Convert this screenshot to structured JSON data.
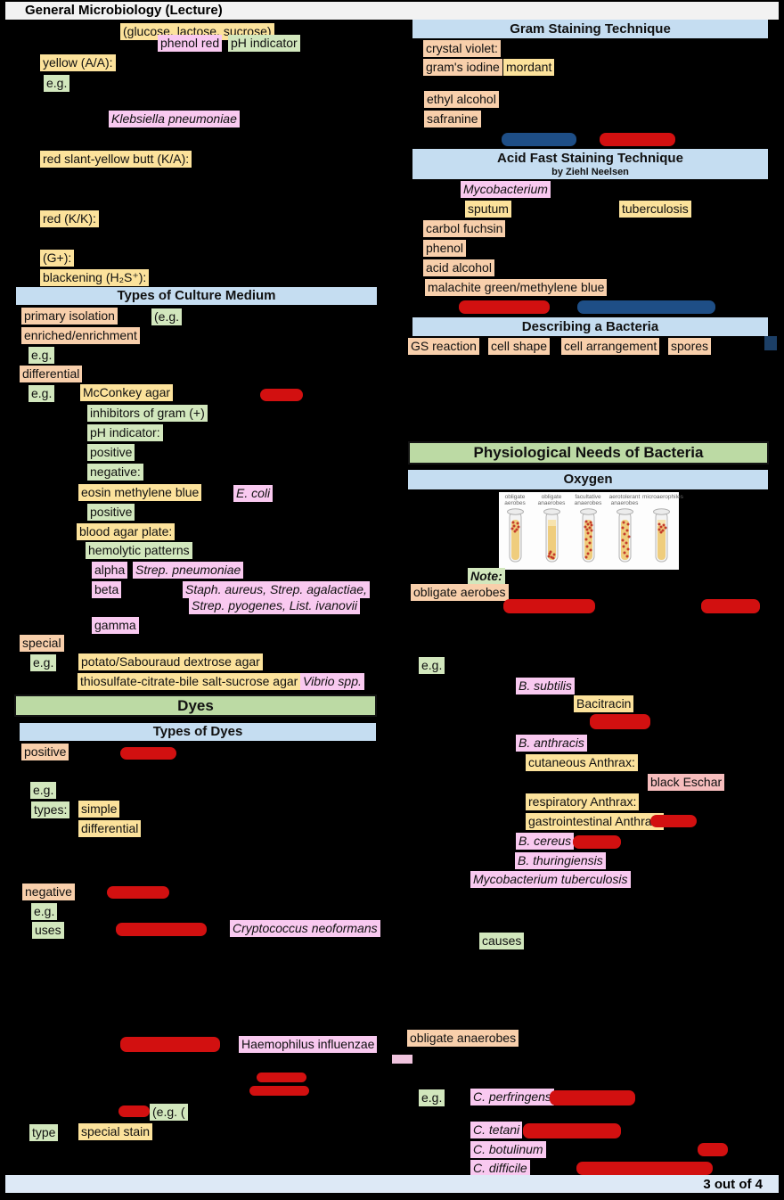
{
  "page": {
    "title": "General Microbiology (Lecture)",
    "page_number": "3 out of 4"
  },
  "colors": {
    "highlight_yellow": "#fce29b",
    "highlight_orange": "#f8cfab",
    "highlight_green": "#d2e7bd",
    "highlight_pink": "#f9c9f0",
    "highlight_light_red": "#f6bdbd",
    "header_blue": "#c5ddf1",
    "header_green": "#bcdaa4",
    "redacted_red": "#d21010",
    "redacted_blue": "#1e4e86",
    "page_background": "#000000"
  },
  "left": {
    "tsi": {
      "sugars": "(glucose, lactose, sucrose)",
      "phenol_red": "phenol red",
      "ph_indicator": "pH indicator",
      "yellow_aa": "yellow (A/A):",
      "eg": "e.g.",
      "klebsiella": "Klebsiella pneumoniae",
      "red_slant": "red slant-yellow butt (K/A):",
      "red_kk": "red (K/K):",
      "g_plus": "(G+):",
      "blackening": "blackening (H₂S⁺):"
    },
    "culture": {
      "header": "Types of Culture Medium",
      "primary": "primary isolation",
      "eg_paren": "(e.g.",
      "enriched": "enriched/enrichment",
      "eg1": "e.g.",
      "differential": "differential",
      "eg2": "e.g.",
      "mcconkey": "McConkey agar",
      "inhibitors": "inhibitors of gram (+)",
      "ph_indicator": "pH indicator:",
      "positive1": "positive",
      "negative": "negative:",
      "emb": "eosin methylene blue",
      "ecoli": "E. coli",
      "positive2": "positive",
      "bap": "blood agar plate:",
      "hemolytic": "hemolytic patterns",
      "alpha": "alpha",
      "alpha_org": "Strep. pneumoniae",
      "beta": "beta",
      "beta_orgs1": "Staph. aureus, Strep. agalactiae,",
      "beta_orgs2": "Strep. pyogenes, List. ivanovii",
      "gamma": "gamma",
      "special": "special",
      "eg3": "e.g.",
      "potato": "potato/Sabouraud dextrose agar",
      "tcbs": "thiosulfate-citrate-bile salt-sucrose agar",
      "vibrio": "Vibrio spp."
    },
    "dyes": {
      "header": "Dyes",
      "subheader": "Types of Dyes",
      "positive": "positive",
      "eg1": "e.g.",
      "types": "types:",
      "simple": "simple",
      "differential": "differential",
      "negative": "negative",
      "eg2": "e.g.",
      "uses": "uses",
      "crypto": "Cryptococcus neoformans",
      "haemophilus": "Haemophilus influenzae",
      "eg_paren": "(e.g. (",
      "type": "type",
      "special_stain": "special stain"
    }
  },
  "right": {
    "gram": {
      "header": "Gram Staining Technique",
      "crystal_violet": "crystal violet:",
      "grams_iodine": "gram's iodine",
      "mordant": "mordant",
      "ethyl_alcohol": "ethyl alcohol",
      "safranine": "safranine"
    },
    "acid_fast": {
      "header": "Acid Fast Staining Technique",
      "subheader": "by Ziehl Neelsen",
      "mycobacterium": "Mycobacterium",
      "sputum": "sputum",
      "tuberculosis": "tuberculosis",
      "carbol_fuchsin": "carbol fuchsin",
      "phenol": "phenol",
      "acid_alcohol": "acid alcohol",
      "counterstain": "malachite green/methylene blue"
    },
    "describing": {
      "header": "Describing a Bacteria",
      "gs_reaction": "GS reaction",
      "cell_shape": "cell shape",
      "cell_arrangement": "cell arrangement",
      "spores": "spores"
    },
    "physio": {
      "header": "Physiological Needs of Bacteria",
      "oxygen_header": "Oxygen",
      "note": "Note:",
      "tube_labels": [
        "obligate aerobes",
        "obligate anaerobes",
        "facultative anaerobes",
        "aerotolerant anaerobes",
        "microaerophiles"
      ],
      "obligate_aerobes": "obligate aerobes",
      "eg1": "e.g.",
      "b_subtilis": "B. subtilis",
      "bacitracin": "Bacitracin",
      "b_anthracis": "B. anthracis",
      "cutaneous": "cutaneous Anthrax:",
      "black_eschar": "black Eschar",
      "respiratory": "respiratory Anthrax:",
      "gastrointestinal": "gastrointestinal Anthrax:",
      "b_cereus": "B. cereus",
      "b_thuringiensis": "B. thuringiensis",
      "m_tuberculosis": "Mycobacterium tuberculosis",
      "causes": "causes",
      "obligate_anaerobes": "obligate anaerobes",
      "eg2": "e.g.",
      "c_perfringens": "C. perfringens",
      "c_tetani": "C. tetani",
      "c_botulinum": "C. botulinum",
      "c_difficile": "C. difficile"
    }
  }
}
